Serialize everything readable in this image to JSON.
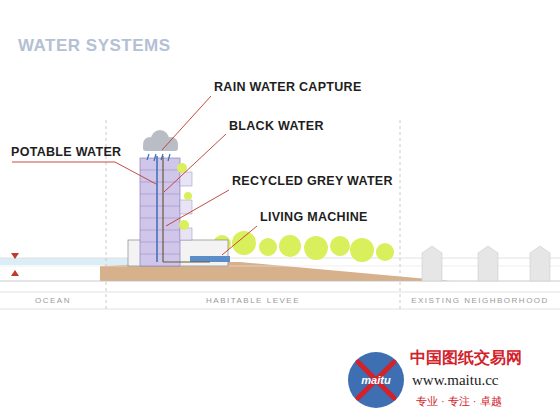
{
  "diagram": {
    "title": "WATER SYSTEMS",
    "nodes": [
      {
        "text": [
          "maitu"
        ]
      }
    ],
    "labels": [
      "RAIN WATER CAPTURE",
      "BLACK WATER",
      "POTABLE WATER",
      "RECYCLED GREY WATER",
      "LIVING MACHINE",
      "OCEAN",
      "HABITABLE LEVEE",
      "EXISTING NEIGHBORHOOD",
      "中国图纸交易网",
      "www.maitu.cc",
      "专业 · 专注 · 卓越"
    ]
  }
}
